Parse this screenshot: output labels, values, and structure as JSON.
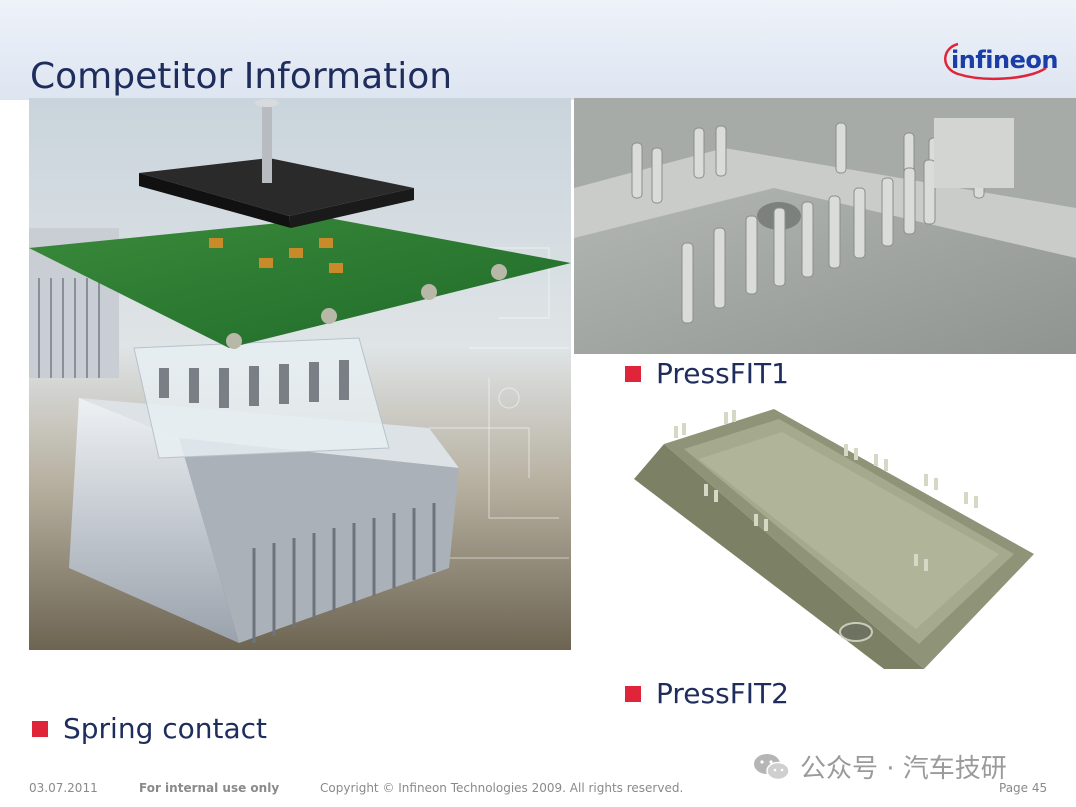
{
  "slide": {
    "title": "Competitor Information",
    "logo_text": "infineon"
  },
  "bullets": {
    "pressfit1": "PressFIT1",
    "pressfit2": "PressFIT2",
    "spring": "Spring contact"
  },
  "footer": {
    "date": "03.07.2011",
    "classification": "For internal use only",
    "copyright": "Copyright © Infineon Technologies 2009. All rights reserved.",
    "page": "Page 45"
  },
  "watermark": {
    "text": "公众号 · 汽车技研",
    "icon": "wechat-icon"
  },
  "colors": {
    "title": "#1f2d5c",
    "bullet_square": "#e0243a",
    "logo": "#1a3da8",
    "logo_swoosh": "#e0243a"
  }
}
